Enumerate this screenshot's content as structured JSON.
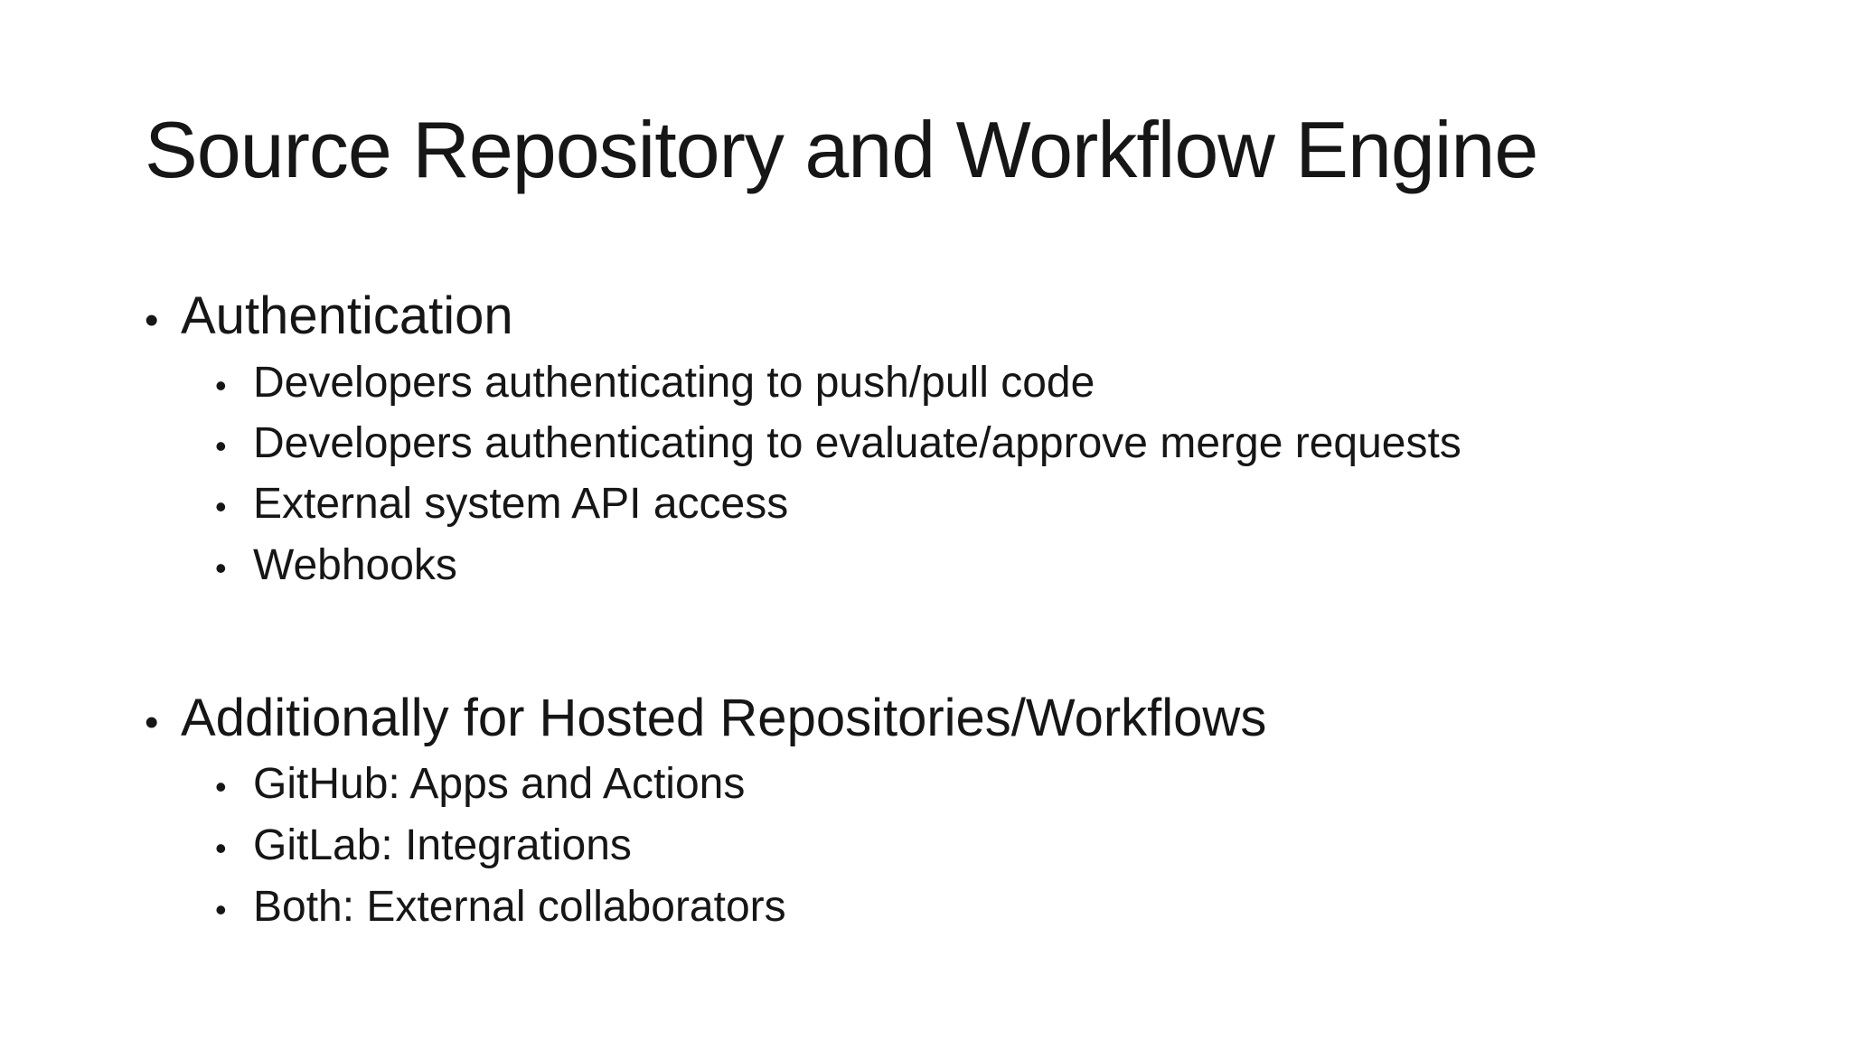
{
  "slide": {
    "title": "Source Repository and Workflow Engine",
    "bullet_glyph": "•",
    "sections": [
      {
        "heading": "Authentication",
        "items": [
          "Developers authenticating to push/pull code",
          "Developers authenticating to evaluate/approve merge requests",
          "External system API access",
          "Webhooks"
        ]
      },
      {
        "heading": "Additionally for Hosted Repositories/Workflows",
        "items": [
          "GitHub: Apps and Actions",
          "GitLab: Integrations",
          "Both: External collaborators"
        ]
      }
    ],
    "colors": {
      "background": "#ffffff",
      "text": "#161616"
    }
  }
}
